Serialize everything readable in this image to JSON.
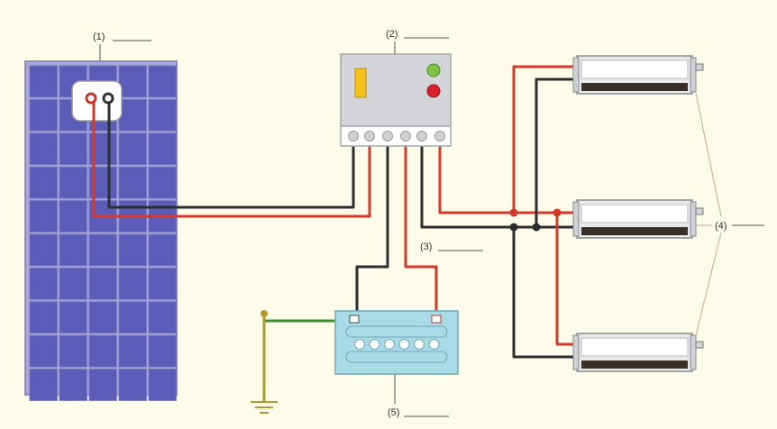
{
  "labels": {
    "panel": "(1)",
    "controller": "(2)",
    "wires": "(3)",
    "lamps": "(4)",
    "battery": "(5)"
  },
  "colors": {
    "background": "#fdfbea",
    "panel_frame": "#a9a9d8",
    "panel_cell": "#5b5bb8",
    "controller_box": "#d3d5d8",
    "battery_box": "#a8dbe6",
    "wire_red": "#d33a2c",
    "wire_black": "#2e2e2e",
    "wire_ground": "#3b8e33",
    "ground_rod": "#b49a2e",
    "indicator_green": "#7dc242",
    "indicator_red": "#d9232b",
    "indicator_yellow": "#f2c21b"
  }
}
